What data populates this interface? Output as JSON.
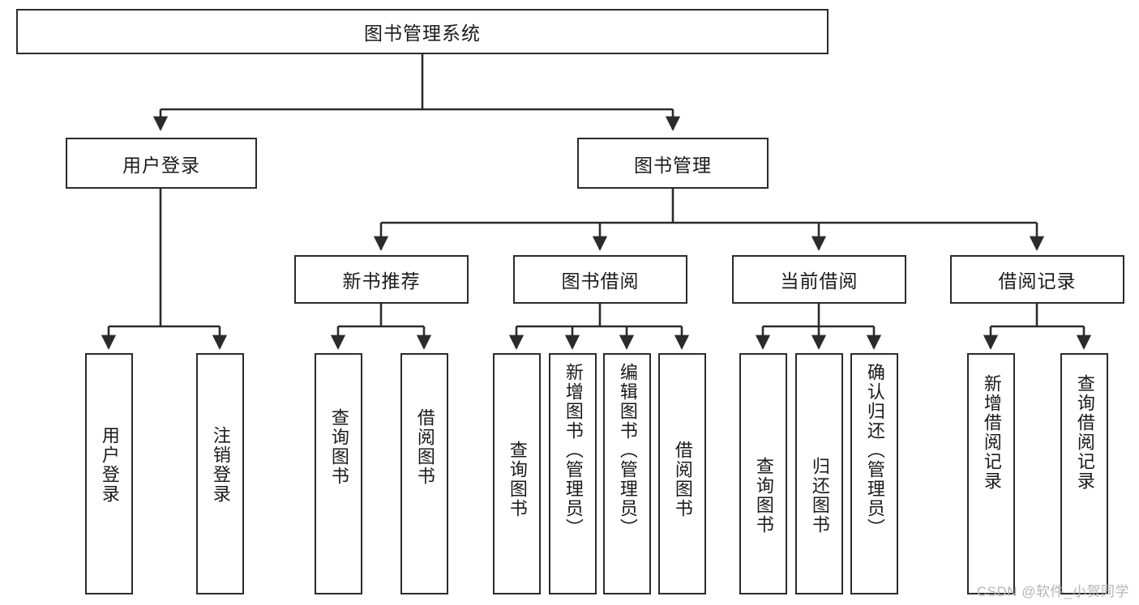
{
  "diagram": {
    "type": "tree",
    "title": "图书管理系统",
    "watermark": "CSDN @软件_小贺同学",
    "style": {
      "box_fill": "#ffffff",
      "box_border": "#2b2b2b",
      "line_color": "#2b2b2b",
      "text_color": "#1a1a1a",
      "watermark_color": "#b4b4b4",
      "background": "#ffffff"
    },
    "root": {
      "id": "root",
      "label": "图书管理系统"
    },
    "level1": [
      {
        "id": "l1-0",
        "label": "用户登录"
      },
      {
        "id": "l1-1",
        "label": "图书管理"
      }
    ],
    "level2": [
      {
        "id": "l2-0",
        "label": "新书推荐",
        "parent": "l1-1"
      },
      {
        "id": "l2-1",
        "label": "图书借阅",
        "parent": "l1-1"
      },
      {
        "id": "l2-2",
        "label": "当前借阅",
        "parent": "l1-1"
      },
      {
        "id": "l2-3",
        "label": "借阅记录",
        "parent": "l1-1"
      }
    ],
    "leaves": [
      {
        "id": "leaf-0",
        "label": "用户登录",
        "parent": "l1-0"
      },
      {
        "id": "leaf-1",
        "label": "注销登录",
        "parent": "l1-0"
      },
      {
        "id": "leaf-2",
        "label": "查询图书",
        "parent": "l2-0"
      },
      {
        "id": "leaf-3",
        "label": "借阅图书",
        "parent": "l2-0"
      },
      {
        "id": "leaf-4",
        "label": "查询图书",
        "parent": "l2-1"
      },
      {
        "id": "leaf-5",
        "label": "新增图书（管理员）",
        "parent": "l2-1"
      },
      {
        "id": "leaf-6",
        "label": "编辑图书（管理员）",
        "parent": "l2-1"
      },
      {
        "id": "leaf-7",
        "label": "借阅图书",
        "parent": "l2-1"
      },
      {
        "id": "leaf-8",
        "label": "查询图书",
        "parent": "l2-2"
      },
      {
        "id": "leaf-9",
        "label": "归还图书",
        "parent": "l2-2"
      },
      {
        "id": "leaf-10",
        "label": "确认归还（管理员）",
        "parent": "l2-2"
      },
      {
        "id": "leaf-11",
        "label": "新增借阅记录",
        "parent": "l2-3"
      },
      {
        "id": "leaf-12",
        "label": "查询借阅记录",
        "parent": "l2-3"
      }
    ]
  }
}
